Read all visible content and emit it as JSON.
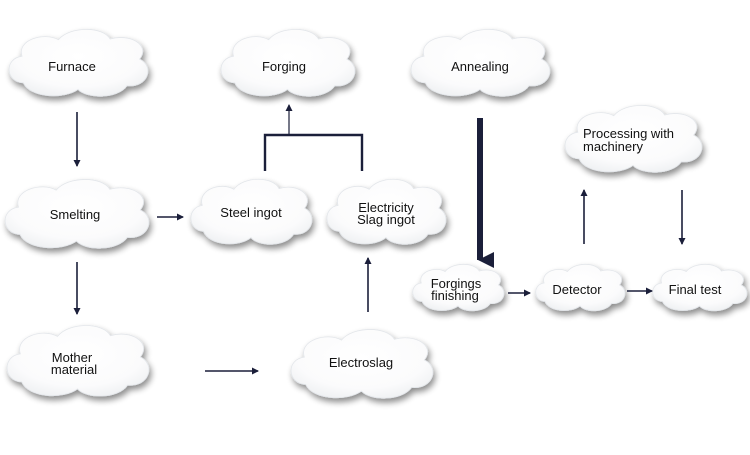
{
  "nodes": {
    "furnace": "Furnace",
    "smelting": "Smelting",
    "mother_material": [
      "Mother",
      "material"
    ],
    "forging": "Forging",
    "steel_ingot": "Steel ingot",
    "electricity_slag_ingot": [
      "Electricity",
      "Slag ingot"
    ],
    "electroslag": "Electroslag",
    "annealing": "Annealing",
    "processing_with_machinery": [
      "Processing with",
      "machinery"
    ],
    "forgings_finishing": [
      "Forgings",
      "finishing"
    ],
    "detector": "Detector",
    "final_test": "Final test"
  },
  "edges": [
    {
      "from": "furnace",
      "to": "smelting"
    },
    {
      "from": "smelting",
      "to": "mother_material"
    },
    {
      "from": "smelting",
      "to": "steel_ingot"
    },
    {
      "from": "mother_material",
      "to": "electroslag"
    },
    {
      "from": "electroslag",
      "to": "electricity_slag_ingot"
    },
    {
      "from": "steel_ingot",
      "to": "forging"
    },
    {
      "from": "electricity_slag_ingot",
      "to": "forging"
    },
    {
      "from": "annealing",
      "to": "forgings_finishing"
    },
    {
      "from": "forgings_finishing",
      "to": "detector"
    },
    {
      "from": "detector",
      "to": "final_test"
    },
    {
      "from": "detector",
      "to": "processing_with_machinery"
    },
    {
      "from": "processing_with_machinery",
      "to": "final_test"
    }
  ],
  "colors": {
    "arrow": "#1b1f3a",
    "cloud_fill": "#ffffff",
    "cloud_shadow": "#9aa0a8"
  }
}
